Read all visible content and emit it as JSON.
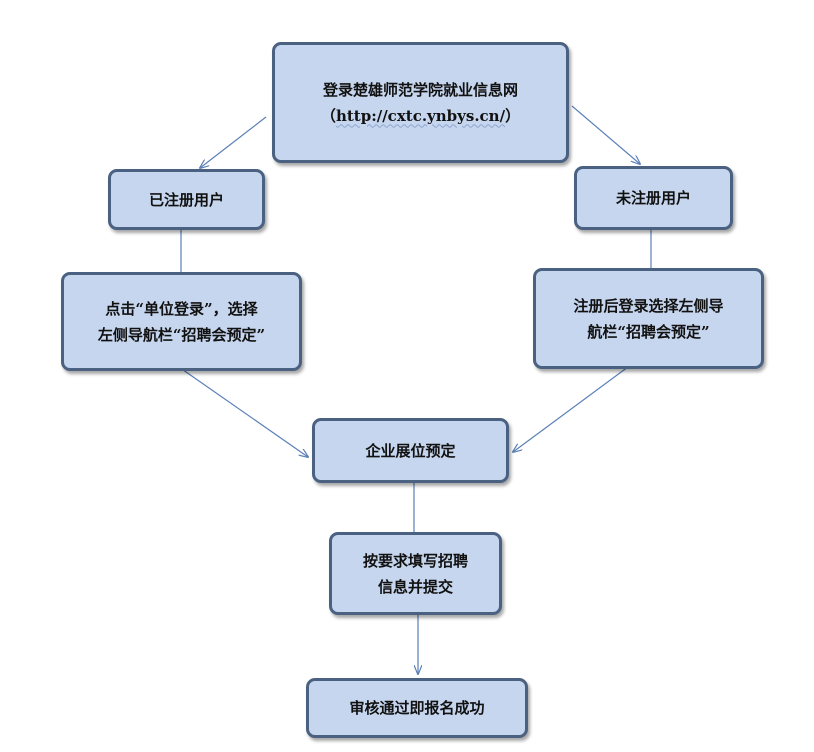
{
  "diagram": {
    "top": {
      "line1": "登录楚雄师范学院就业信息网",
      "line2_open": "（",
      "url": "http://cxtc.ynbys.cn/",
      "line2_close": "）"
    },
    "registered": {
      "label": "已注册用户"
    },
    "unregistered": {
      "label": "未注册用户"
    },
    "left_step": {
      "line1": "点击“单位登录”，选择",
      "line2": "左侧导航栏“招聘会预定”"
    },
    "right_step": {
      "line1": "注册后登录选择左侧导",
      "line2": "航栏“招聘会预定”"
    },
    "booth": {
      "label": "企业展位预定"
    },
    "fill_form": {
      "line1": "按要求填写招聘",
      "line2": "信息并提交"
    },
    "success": {
      "label": "审核通过即报名成功"
    }
  },
  "colors": {
    "node_fill": "#c6d6ee",
    "node_border": "#4a6181",
    "connector": "#5b7fb8"
  }
}
